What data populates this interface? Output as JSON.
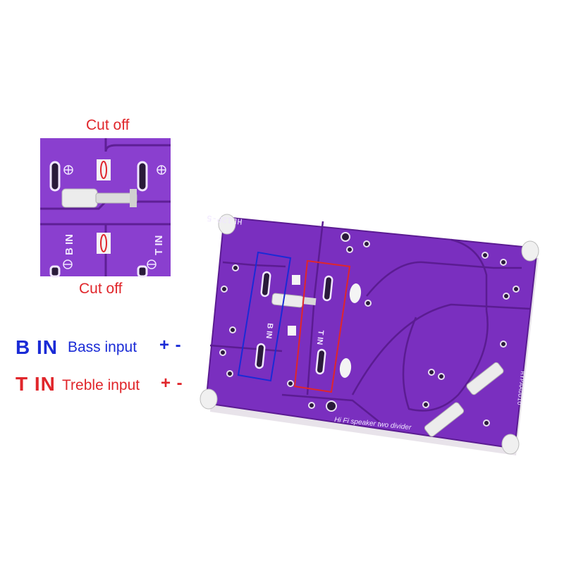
{
  "inset": {
    "top_label": "Cut off",
    "bottom_label": "Cut off",
    "silk_b_in": "B IN",
    "silk_t_in": "T IN"
  },
  "legend": {
    "b_in": {
      "code": "B IN",
      "desc": "Bass input",
      "polarity": "+ -",
      "color": "#1a2bd6"
    },
    "t_in": {
      "code": "T IN",
      "desc": "Treble input",
      "polarity": "+ -",
      "color": "#e0262b"
    }
  },
  "board": {
    "model_text": "HL12P-5",
    "caption_text": "Hi Fi speaker two divider",
    "brand_text": "HYPAAUDIO",
    "silk_b_in": "B IN",
    "silk_t_in": "T IN",
    "pcb_color": "#7a2fbf"
  }
}
